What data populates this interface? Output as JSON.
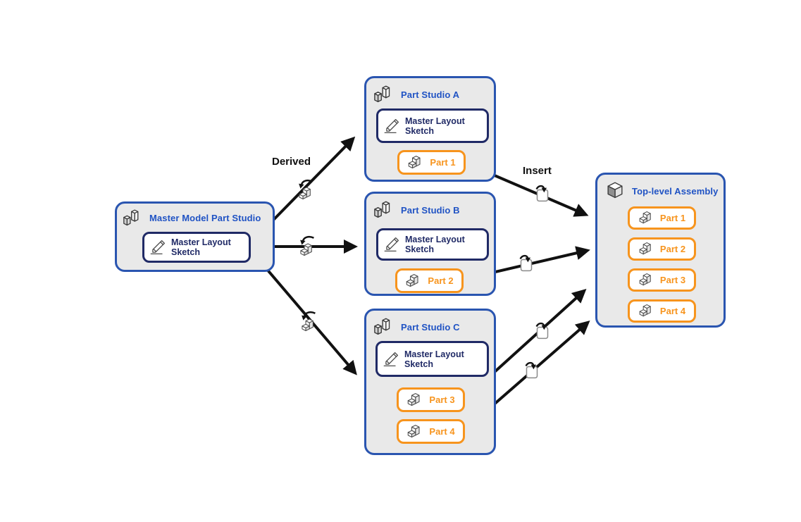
{
  "labels": {
    "derived": "Derived",
    "insert": "Insert"
  },
  "master_studio": {
    "title": "Master Model Part Studio",
    "sketch_label": "Master Layout Sketch"
  },
  "part_studios": [
    {
      "title": "Part Studio A",
      "sketch_label": "Master Layout Sketch",
      "parts": [
        {
          "label": "Part 1"
        }
      ]
    },
    {
      "title": "Part Studio B",
      "sketch_label": "Master Layout Sketch",
      "parts": [
        {
          "label": "Part 2"
        }
      ]
    },
    {
      "title": "Part Studio C",
      "sketch_label": "Master Layout Sketch",
      "parts": [
        {
          "label": "Part 3"
        },
        {
          "label": "Part 4"
        }
      ]
    }
  ],
  "assembly": {
    "title": "Top-level Assembly",
    "parts": [
      {
        "label": "Part 1"
      },
      {
        "label": "Part 2"
      },
      {
        "label": "Part 3"
      },
      {
        "label": "Part 4"
      }
    ]
  },
  "icons": {
    "part_studio": "part-studio-icon",
    "assembly": "assembly-icon",
    "part": "part-icon",
    "sketch": "pencil-icon",
    "derived_badge": "derived-part-icon",
    "insert_badge": "insert-document-icon"
  },
  "colors": {
    "studio_border_blue": "#2a55b0",
    "studio_title_blue": "#2053c4",
    "box_background_gray": "#e9e9e9",
    "sketch_navy": "#202a66",
    "part_orange": "#f7941d",
    "arrow_black": "#111111",
    "page_background": "#ffffff"
  }
}
